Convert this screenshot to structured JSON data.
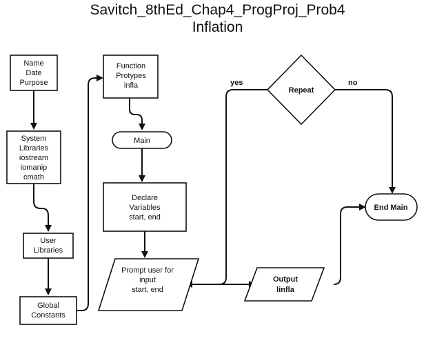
{
  "title": {
    "line1": "Savitch_8thEd_Chap4_ProgProj_Prob4",
    "line2": "Inflation"
  },
  "nodes": {
    "name_date_purpose": [
      "Name",
      "Date",
      "Purpose"
    ],
    "system_libraries": [
      "System",
      "Libraries",
      "iostream",
      "iomanip",
      "cmath"
    ],
    "user_libraries": [
      "User",
      "Libraries"
    ],
    "global_constants": [
      "Global",
      "Constants"
    ],
    "function_prototypes": [
      "Function",
      "Protypes",
      "infla"
    ],
    "main": "Main",
    "declare_variables": [
      "Declare",
      "Variables",
      "start, end"
    ],
    "prompt_user": [
      "Prompt user for",
      "input",
      "start, end"
    ],
    "repeat": "Repeat",
    "output": [
      "Output",
      "linfla"
    ],
    "end_main": "End Main"
  },
  "edges": {
    "yes_label": "yes",
    "no_label": "no"
  }
}
